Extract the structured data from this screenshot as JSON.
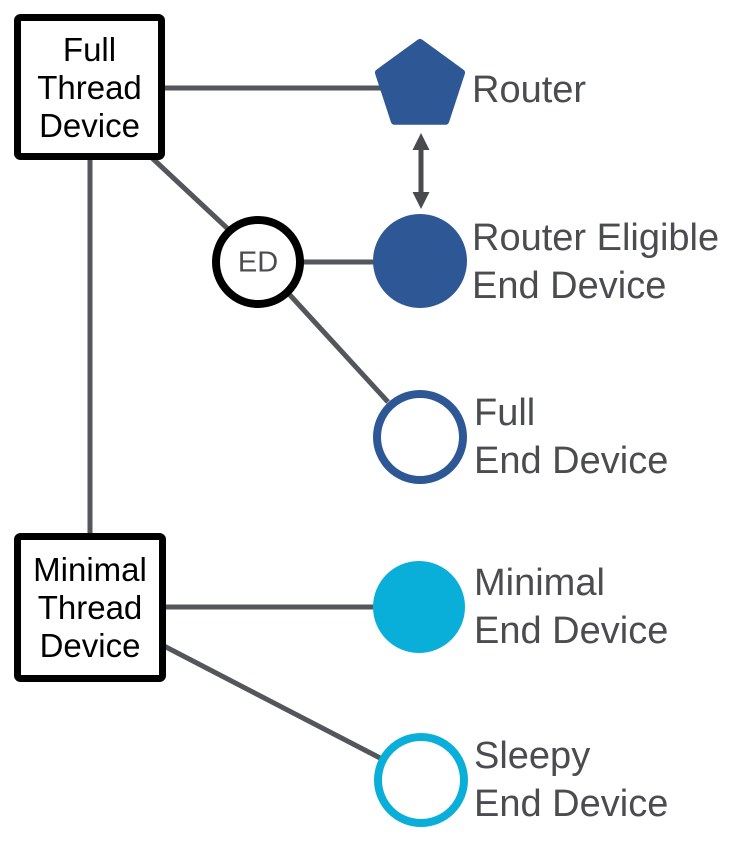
{
  "colors": {
    "dark_blue": "#2e5796",
    "cyan": "#0aafd9",
    "line_gray": "#53565b",
    "arrow_gray": "#494a4e",
    "label_gray": "#4a4c50",
    "box_border_black": "#000000",
    "background_white": "#ffffff"
  },
  "boxes": {
    "full_thread_device": {
      "lines": [
        "Full",
        "Thread",
        "Device"
      ]
    },
    "minimal_thread_device": {
      "lines": [
        "Minimal",
        "Thread",
        "Device"
      ]
    }
  },
  "nodes": {
    "router": {
      "shape": "pentagon-filled",
      "label": "Router"
    },
    "router_eligible_end_device": {
      "shape": "circle-filled",
      "label_lines": [
        "Router Eligible",
        "End Device"
      ]
    },
    "end_device_junction": {
      "shape": "circle-outlined-black",
      "text": "ED"
    },
    "full_end_device": {
      "shape": "circle-outlined-blue",
      "label_lines": [
        "Full",
        "End Device"
      ]
    },
    "minimal_end_device": {
      "shape": "circle-filled-cyan",
      "label_lines": [
        "Minimal",
        "End Device"
      ]
    },
    "sleepy_end_device": {
      "shape": "circle-outlined-cyan",
      "label_lines": [
        "Sleepy",
        "End Device"
      ]
    }
  }
}
